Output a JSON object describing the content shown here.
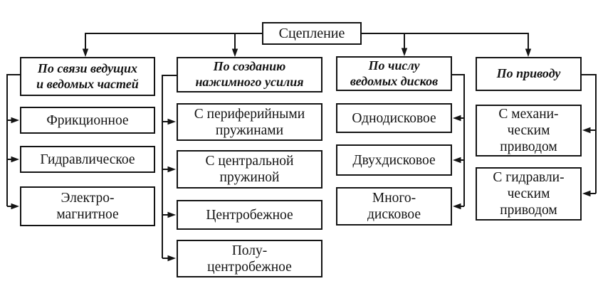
{
  "diagram": {
    "root": {
      "label": "Сцепление"
    },
    "columns": [
      {
        "header": {
          "label": "По связи ведущих\nи ведомых частей"
        },
        "items": [
          {
            "label": "Фрикционное"
          },
          {
            "label": "Гидравлическое"
          },
          {
            "label": "Электро-\nмагнитное"
          }
        ]
      },
      {
        "header": {
          "label": "По созданию\nнажимного усилия"
        },
        "items": [
          {
            "label": "С периферийными\nпружинами"
          },
          {
            "label": "С центральной\nпружиной"
          },
          {
            "label": "Центробежное"
          },
          {
            "label": "Полу-\nцентробежное"
          }
        ]
      },
      {
        "header": {
          "label": "По числу\nведомых дисков"
        },
        "items": [
          {
            "label": "Однодисковое"
          },
          {
            "label": "Двухдисковое"
          },
          {
            "label": "Много-\nдисковое"
          }
        ]
      },
      {
        "header": {
          "label": "По приводу"
        },
        "items": [
          {
            "label": "С механи-\nческим\nприводом"
          },
          {
            "label": "С гидравли-\nческим\nприводом"
          }
        ]
      }
    ],
    "colors": {
      "line": "#141414",
      "box_border": "#141414",
      "box_background": "#ffffff",
      "text": "#141414",
      "page_background": "#ffffff"
    }
  }
}
